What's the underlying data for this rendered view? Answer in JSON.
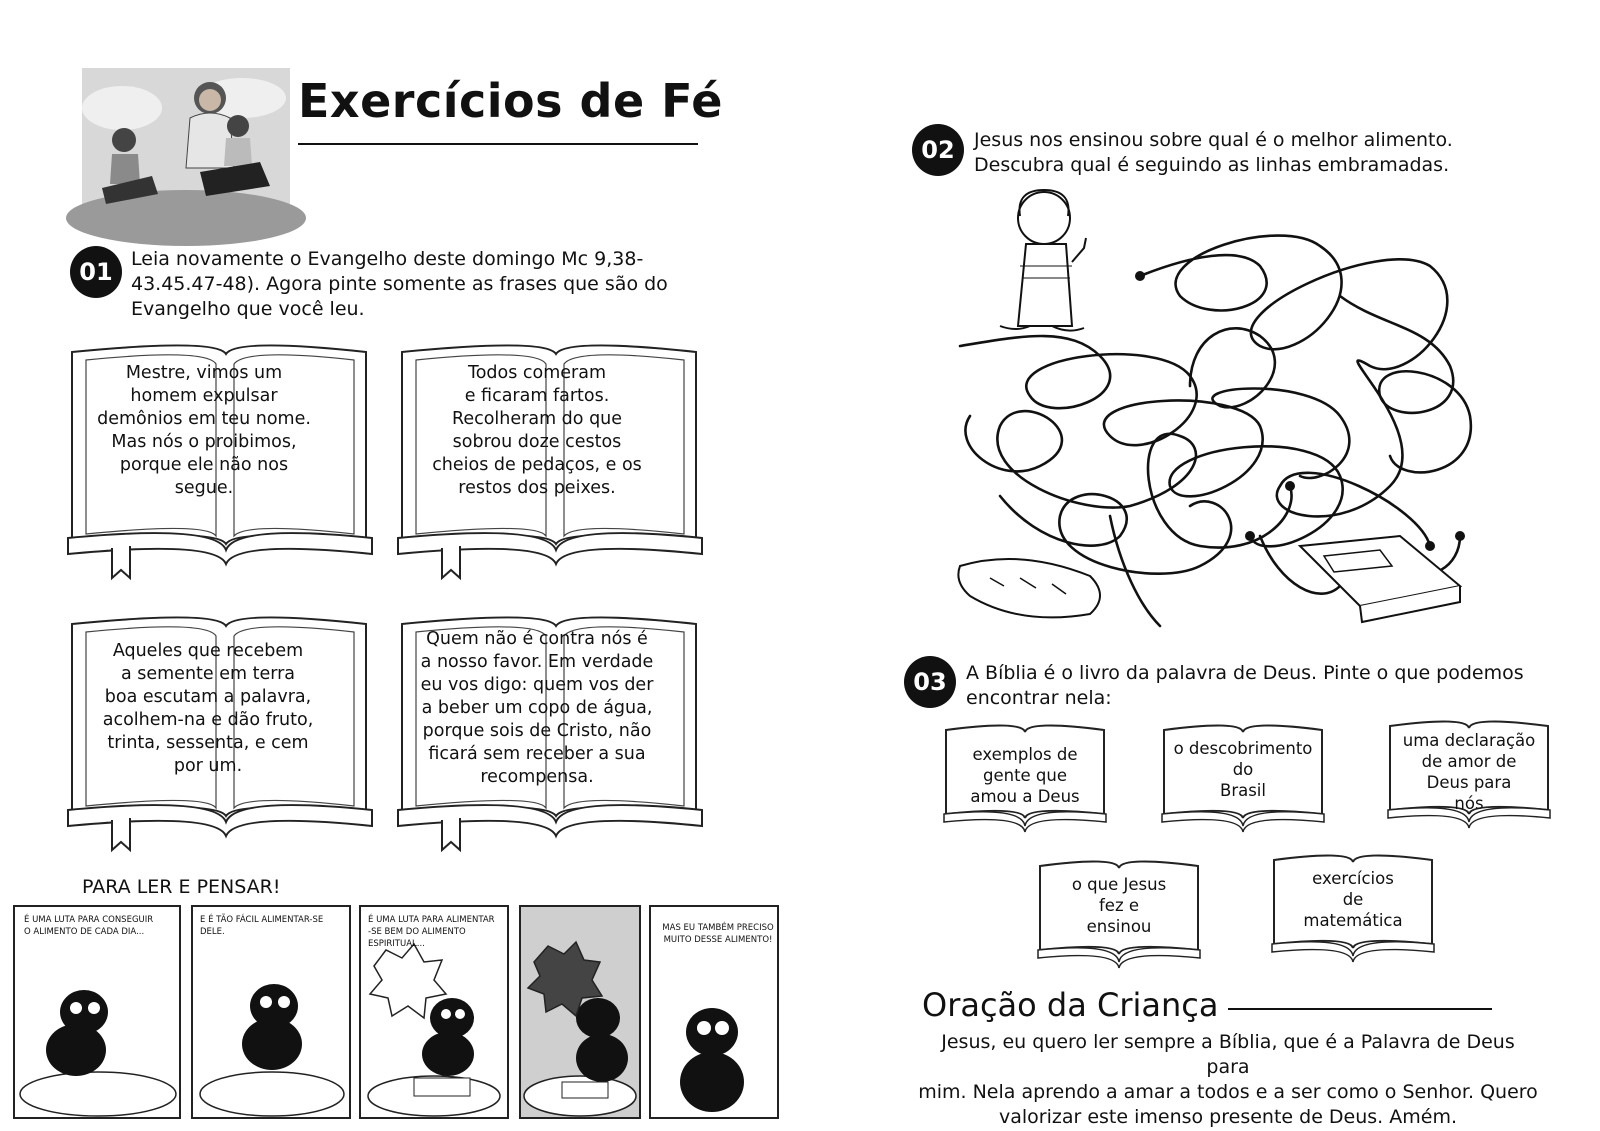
{
  "header": {
    "title": "Exercícios de Fé"
  },
  "ex01": {
    "number": "01",
    "instruction": "Leia novamente o Evangelho deste domingo Mc 9,38-43.45.47-48). Agora pinte somente as frases que são do Evangelho que você leu.",
    "books": [
      "Mestre, vimos um\nhomem expulsar\ndemônios em teu nome.\nMas nós o proibimos,\nporque ele não nos\nsegue.",
      "Todos comeram\ne ficaram fartos.\nRecolheram do que\nsobrou doze cestos\ncheios de pedaços, e os\nrestos dos peixes.",
      "Aqueles que recebem\na semente em terra\nboa escutam a palavra,\nacolhem-na e dão fruto,\ntrinta, sessenta, e cem\npor um.",
      "Quem não é contra nós é\na nosso favor. Em verdade\neu vos digo: quem vos der\na beber um copo de água,\nporque sois de Cristo, não\nficará sem receber a sua\nrecompensa."
    ]
  },
  "comic": {
    "heading": "PARA LER E PENSAR!",
    "panels": [
      "É uma luta para conseguir\no alimento de cada dia...",
      "E é tão fácil alimentar-se dele.",
      "É uma luta para alimentar\n-se bem do alimento\nespiritual...",
      "",
      "Mas eu também preciso\nmuito desse alimento!"
    ]
  },
  "ex02": {
    "number": "02",
    "instruction": "Jesus nos ensinou sobre qual é o melhor alimento.\nDescubra qual é seguindo as linhas embramadas."
  },
  "ex03": {
    "number": "03",
    "instruction": "A Bíblia é o livro da palavra de Deus. Pinte o que podemos encontrar nela:",
    "options": [
      "exemplos de\ngente que\namou a Deus",
      "o descobrimento\ndo\nBrasil",
      "uma declaração\nde amor de\nDeus para\nnós",
      "o que Jesus\nfez e\nensinou",
      "exercícios\nde\nmatemática"
    ]
  },
  "prayer": {
    "title": "Oração da Criança",
    "text": "Jesus, eu quero ler sempre a Bíblia, que é a Palavra de Deus para\nmim. Nela aprendo a amar a todos e a ser como o Senhor. Quero\nvalorizar este imenso presente de Deus. Amém."
  }
}
